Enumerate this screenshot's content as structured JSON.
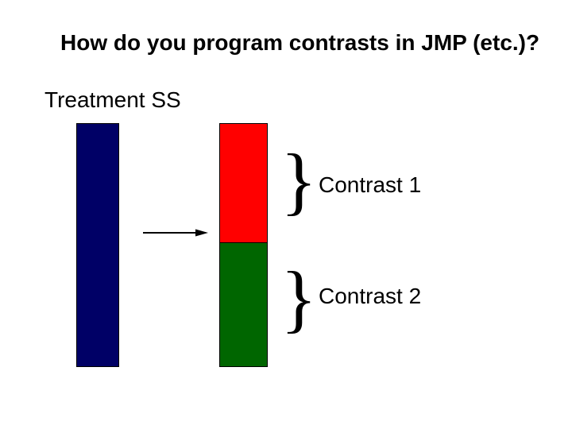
{
  "slide": {
    "title": "How do you program contrasts in JMP (etc.)?",
    "section_label": "Treatment SS",
    "background_color": "#ffffff",
    "text_color": "#000000"
  },
  "diagram": {
    "treatment_bar": {
      "description": "single solid bar representing total Treatment SS",
      "color": "#000066",
      "border_color": "#000000"
    },
    "arrow_direction": "right",
    "arrow_color": "#000000",
    "brace_glyph": "}",
    "contrast_segments": [
      {
        "label": "Contrast 1",
        "color": "#ff0000",
        "proportion_of_treatment_ss": 0.49
      },
      {
        "label": "Contrast 2",
        "color": "#006600",
        "proportion_of_treatment_ss": 0.51
      }
    ]
  }
}
